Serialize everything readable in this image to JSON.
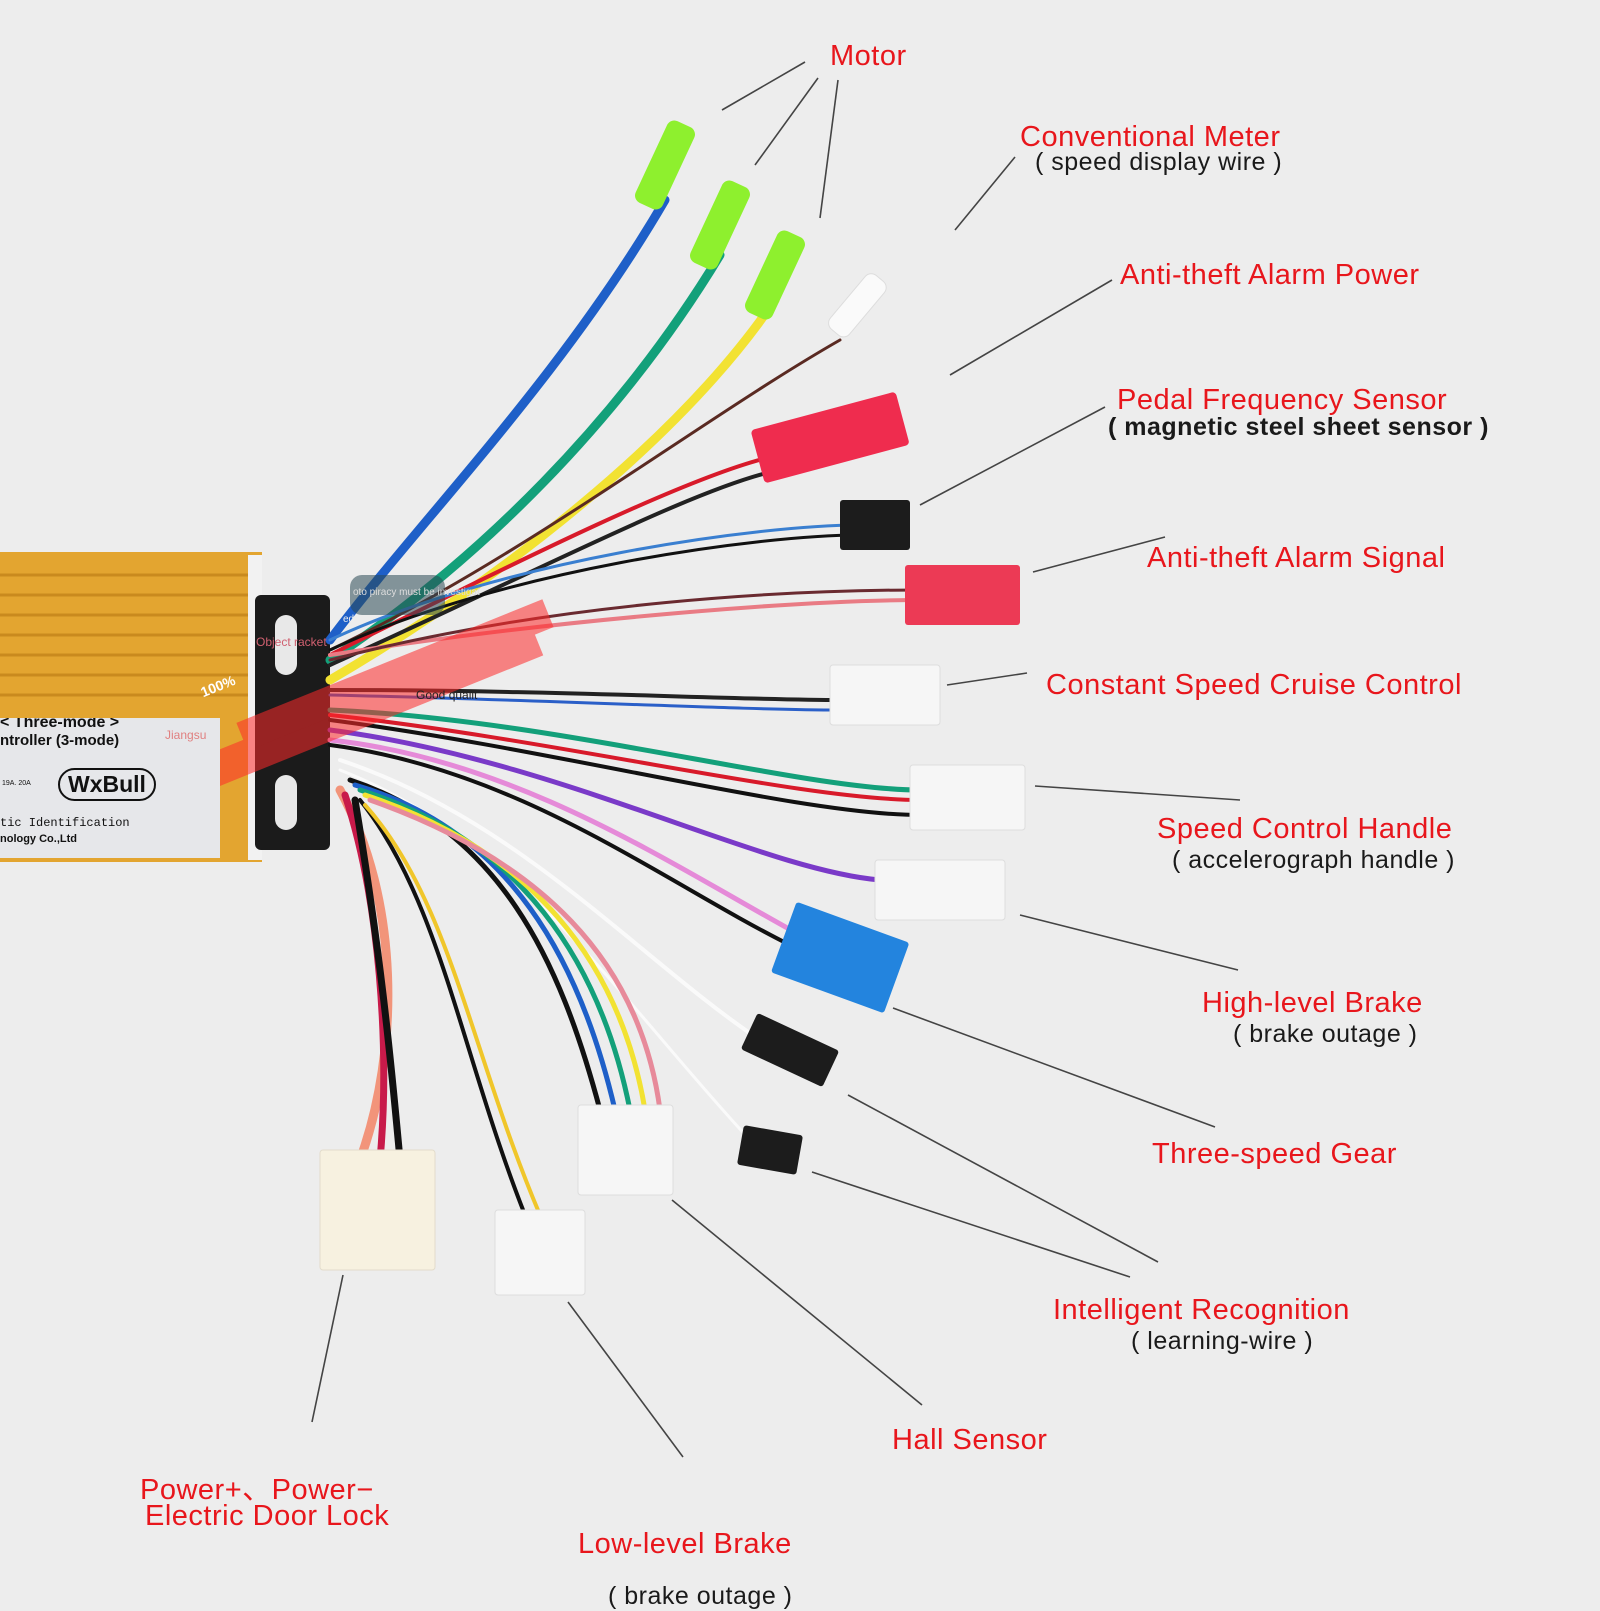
{
  "colors": {
    "label": "#e8161c",
    "sublabel": "#1a1a1a",
    "housing": "#e3a530",
    "background": "#ededed"
  },
  "controller": {
    "mode_line": "< Three-mode >",
    "model_line": "ntroller (3-mode)",
    "brand": "WxBull",
    "current": "19A. 20A",
    "ident_line": "tic Identification",
    "company_line": "nology Co.,Ltd"
  },
  "watermarks": {
    "percent": "100%",
    "quality": "Good qualit",
    "region": "Jiangsu",
    "object": "Object racket",
    "piracy": "oto piracy must be investigat",
    "piracy_end": "ed"
  },
  "labels": {
    "motor": {
      "title": "Motor"
    },
    "conventional_meter": {
      "title": "Conventional Meter",
      "sub": "( speed display wire )"
    },
    "alarm_power": {
      "title": "Anti-theft Alarm Power"
    },
    "pedal_sensor": {
      "title": "Pedal Frequency Sensor",
      "sub": "( magnetic steel sheet sensor )"
    },
    "alarm_signal": {
      "title": "Anti-theft Alarm Signal"
    },
    "cruise_control": {
      "title": "Constant Speed Cruise Control"
    },
    "speed_handle": {
      "title": "Speed Control Handle",
      "sub": "( accelerograph handle )"
    },
    "high_brake": {
      "title": "High-level Brake",
      "sub": "( brake outage )"
    },
    "three_speed": {
      "title": "Three-speed Gear"
    },
    "intelligent": {
      "title": "Intelligent  Recognition",
      "sub": "( learning-wire )"
    },
    "hall_sensor": {
      "title": "Hall Sensor"
    },
    "power": {
      "title": "Power+、Power−",
      "sub": "Electric Door Lock"
    },
    "low_brake": {
      "title": "Low-level Brake",
      "sub": "( brake outage )"
    }
  }
}
